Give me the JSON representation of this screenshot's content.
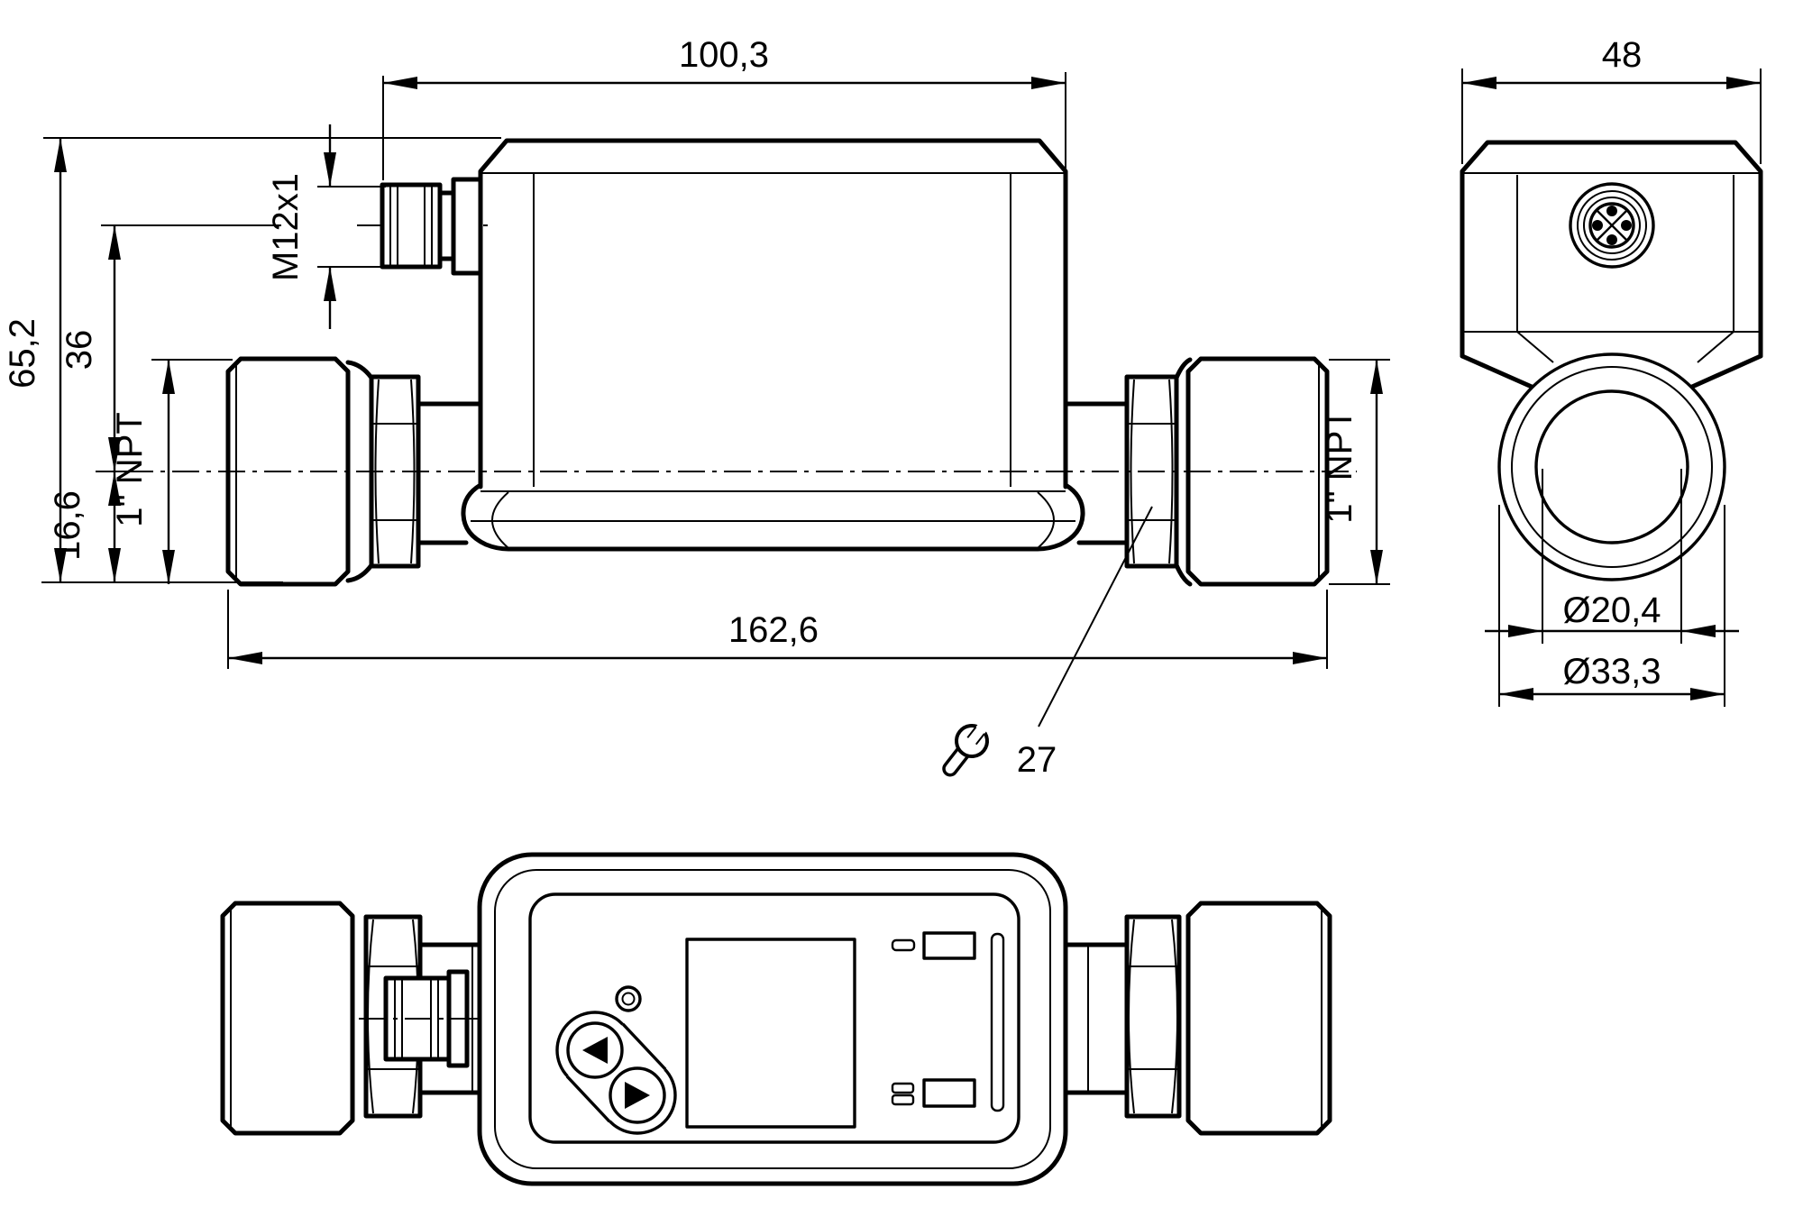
{
  "page": {
    "background": "#ffffff",
    "line_color": "#000000"
  },
  "drawing": {
    "side_view": {
      "head_length": "100,3",
      "connector_thread": "M12x1",
      "overall_height": "65,2",
      "center_to_connector": "36",
      "center_to_bottom": "16,6",
      "process_connection_left": "1\" NPT",
      "process_connection_right": "1\" NPT",
      "overall_length": "162,6",
      "wrench_size": "27"
    },
    "end_view": {
      "housing_width": "48",
      "bore_diameter": "Ø20,4",
      "pipe_diameter": "Ø33,3"
    }
  }
}
